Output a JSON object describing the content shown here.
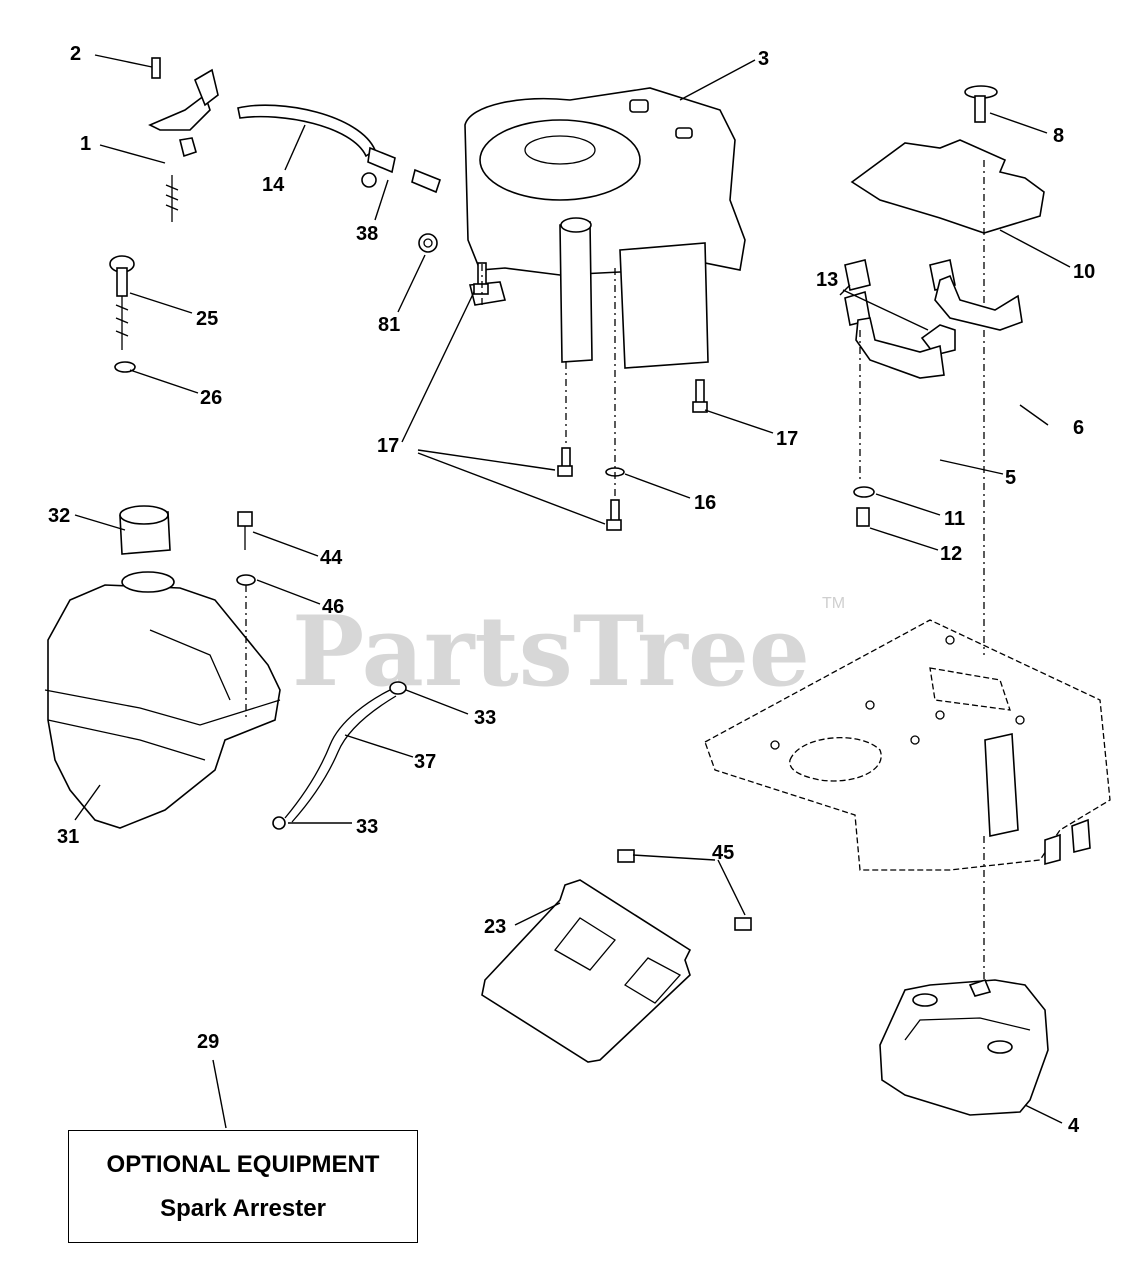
{
  "watermark": {
    "text": "PartsTree",
    "tm": "TM"
  },
  "callouts": {
    "c1": "1",
    "c2": "2",
    "c3": "3",
    "c4": "4",
    "c5": "5",
    "c6": "6",
    "c8": "8",
    "c10": "10",
    "c11": "11",
    "c12": "12",
    "c13": "13",
    "c14": "14",
    "c16": "16",
    "c17a": "17",
    "c17b": "17",
    "c23": "23",
    "c25": "25",
    "c26": "26",
    "c29": "29",
    "c31": "31",
    "c32": "32",
    "c33a": "33",
    "c33b": "33",
    "c37": "37",
    "c38": "38",
    "c44": "44",
    "c45": "45",
    "c46": "46",
    "c81": "81"
  },
  "optional_box": {
    "line1": "OPTIONAL EQUIPMENT",
    "line2": "Spark Arrester"
  }
}
